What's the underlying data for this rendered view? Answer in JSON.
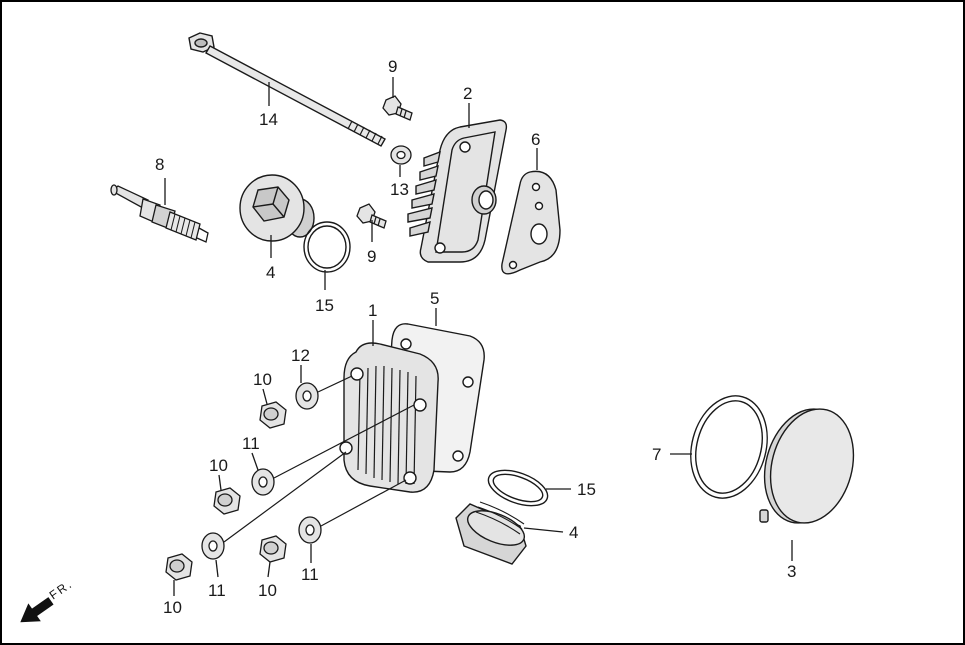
{
  "callouts": {
    "c1": "1",
    "c2": "2",
    "c3": "3",
    "c4a": "4",
    "c4b": "4",
    "c5": "5",
    "c6": "6",
    "c7": "7",
    "c8": "8",
    "c9a": "9",
    "c9b": "9",
    "c10a": "10",
    "c10b": "10",
    "c10c": "10",
    "c10d": "10",
    "c11a": "11",
    "c11b": "11",
    "c11c": "11",
    "c12": "12",
    "c13": "13",
    "c14": "14",
    "c15a": "15",
    "c15b": "15"
  },
  "direction": {
    "label": "FR.",
    "icon": "front-direction-arrow-icon"
  },
  "colors": {
    "line": "#1a1a1a",
    "part_fill": "#e4e4e4",
    "part_shade": "#bdbdbd",
    "border": "#000000"
  }
}
